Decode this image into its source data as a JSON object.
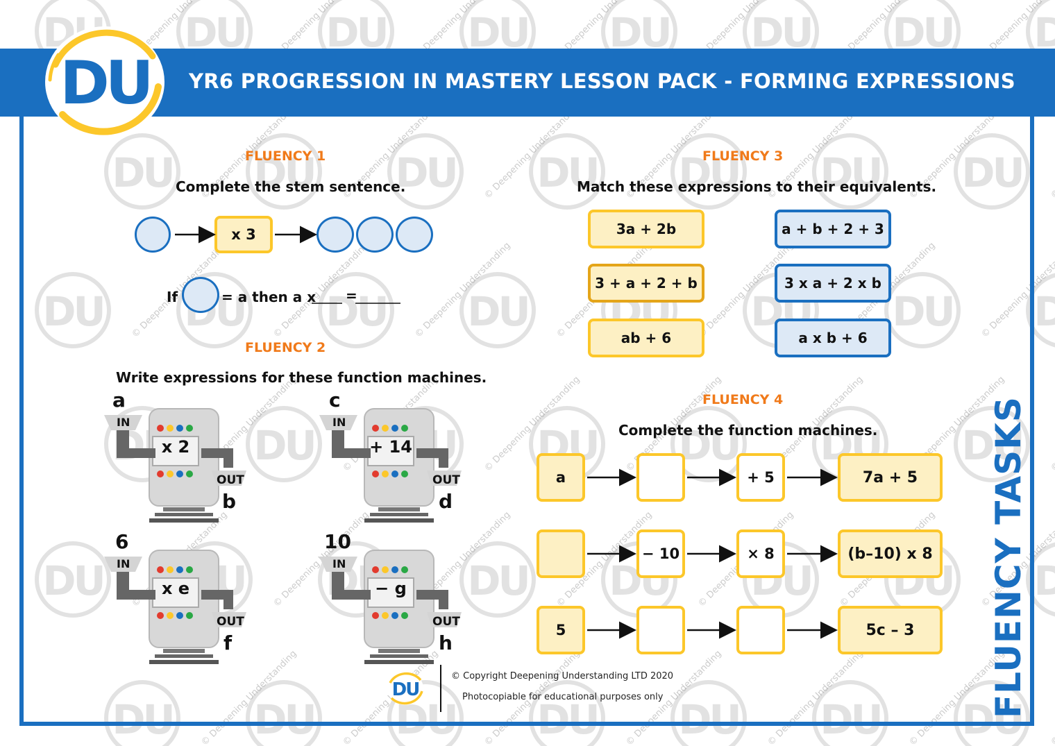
{
  "header": {
    "logo_text": "DU",
    "title": "YR6 PROGRESSION IN MASTERY LESSON PACK - FORMING EXPRESSIONS"
  },
  "watermark": {
    "logo_text": "DU",
    "text": "© Deepening Understanding"
  },
  "side_label": "FLUENCY TASKS",
  "colors": {
    "blue": "#1a6fc0",
    "yellow": "#fcc72a",
    "pale_yellow": "#fdf0c4",
    "pale_blue": "#dde9f6",
    "orange_heading": "#f07a1a"
  },
  "fluency1": {
    "heading": "FLUENCY 1",
    "instruction": "Complete the stem sentence.",
    "operator": "x 3",
    "sentence_if": "If",
    "sentence_middle": "= a then a x",
    "sentence_equals": "="
  },
  "fluency2": {
    "heading": "FLUENCY 2",
    "instruction": "Write expressions for these function machines.",
    "in_label": "IN",
    "out_label": "OUT",
    "machines": [
      {
        "input": "a",
        "operation": "x 2",
        "output": "b"
      },
      {
        "input": "c",
        "operation": "+ 14",
        "output": "d"
      },
      {
        "input": "6",
        "operation": "x e",
        "output": "f"
      },
      {
        "input": "10",
        "operation": "− g",
        "output": "h"
      }
    ]
  },
  "fluency3": {
    "heading": "FLUENCY 3",
    "instruction": "Match these expressions to their equivalents.",
    "left": [
      "3a + 2b",
      "3 + a + 2 + b",
      "ab + 6"
    ],
    "right": [
      "a + b + 2 + 3",
      "3 x a + 2 x b",
      "a x b + 6"
    ]
  },
  "fluency4": {
    "heading": "FLUENCY 4",
    "instruction": "Complete the function machines.",
    "rows": [
      [
        "a",
        "",
        "+ 5",
        "7a + 5"
      ],
      [
        "",
        "− 10",
        "× 8",
        "(b–10) x 8"
      ],
      [
        "5",
        "",
        "",
        "5c – 3"
      ]
    ]
  },
  "footer": {
    "logo_text": "DU",
    "copyright": "© Copyright Deepening Understanding LTD 2020",
    "note": "Photocopiable for educational purposes only"
  }
}
